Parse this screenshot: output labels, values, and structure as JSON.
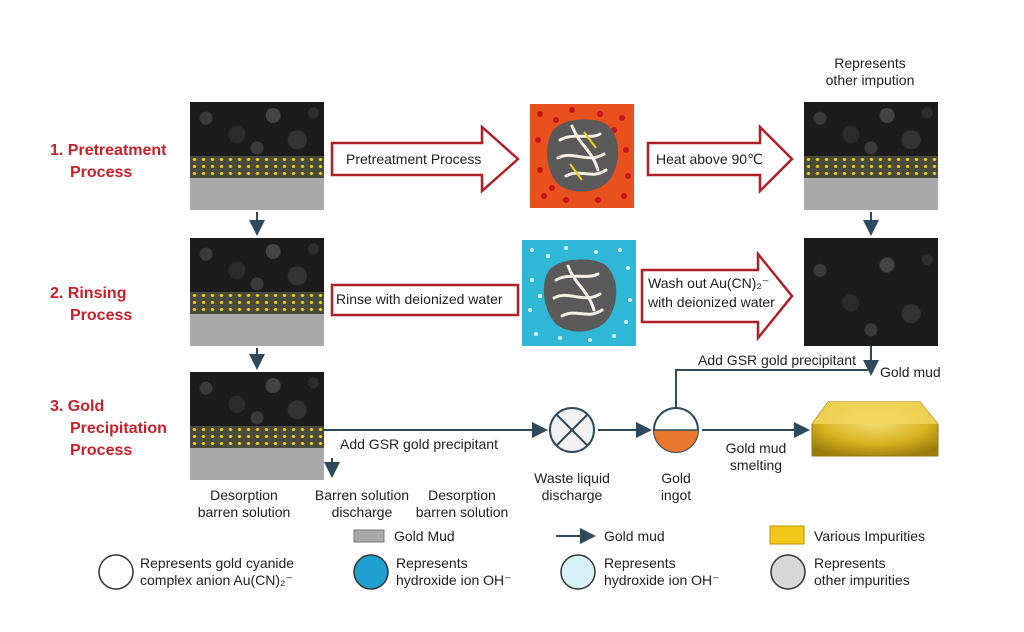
{
  "stages": [
    {
      "number": "1.",
      "line1": "Pretreatment",
      "line2": "Process",
      "line3": ""
    },
    {
      "number": "2.",
      "line1": "Rinsing",
      "line2": "Process",
      "line3": ""
    },
    {
      "number": "3.",
      "line1": "Gold",
      "line2": "Precipitation",
      "line3": "Process"
    }
  ],
  "arrows": {
    "pretreatment_process": "Pretreatment Process",
    "heat": "Heat above 90℃",
    "rinse": "Rinse with deionized water",
    "wash_line1": "Wash out Au(CN)₂⁻",
    "wash_line2": "with deionized water",
    "add_gsr_top": "Add GSR gold precipitant",
    "add_gsr_bottom": "Add GSR gold precipitant",
    "gold_mud_right": "Gold mud",
    "gold_mud_smelting_1": "Gold mud",
    "gold_mud_smelting_2": "smelting"
  },
  "top_right_label": {
    "line1": "Represents",
    "line2": "other impution"
  },
  "nodes": {
    "waste_line1": "Waste liquid",
    "waste_line2": "discharge",
    "gold_line1": "Gold",
    "gold_line2": "ingot"
  },
  "bottom_labels": {
    "desorption_barren_1a": "Desorption",
    "desorption_barren_1b": "barren solution",
    "barren_discharge_a": "Barren solution",
    "barren_discharge_b": "discharge",
    "desorption_barren_2a": "Desorption",
    "desorption_barren_2b": "barren solution"
  },
  "legend": {
    "gold_mud_rect": "Gold Mud",
    "gold_mud_arrow": "Gold mud",
    "various_impurities": "Various Impurities",
    "gold_cyanide_1": "Represents gold cyanide",
    "gold_cyanide_2": "complex anion Au(CN)₂⁻",
    "hydroxide_blue_1": "Represents",
    "hydroxide_blue_2": "hydroxide ion OH⁻",
    "hydroxide_light_1": "Represents",
    "hydroxide_light_2": "hydroxide ion OH⁻",
    "other_impurities_1": "Represents",
    "other_impurities_2": "other impurities"
  },
  "colors": {
    "stage_red": "#c8202a",
    "arrow_outline": "#b01e28",
    "flow_line": "#2f4a5c",
    "orange_panel": "#e8501e",
    "cyan_panel": "#2fb7d6",
    "gold_band": "#e8d21e",
    "ingot_gold": "#d8b420",
    "hydroxide_blue": "#1fa0d0",
    "hydroxide_light": "#d6f2f6",
    "impurity_grey": "#d8d8d8",
    "impurity_yellow": "#f2c81a"
  }
}
